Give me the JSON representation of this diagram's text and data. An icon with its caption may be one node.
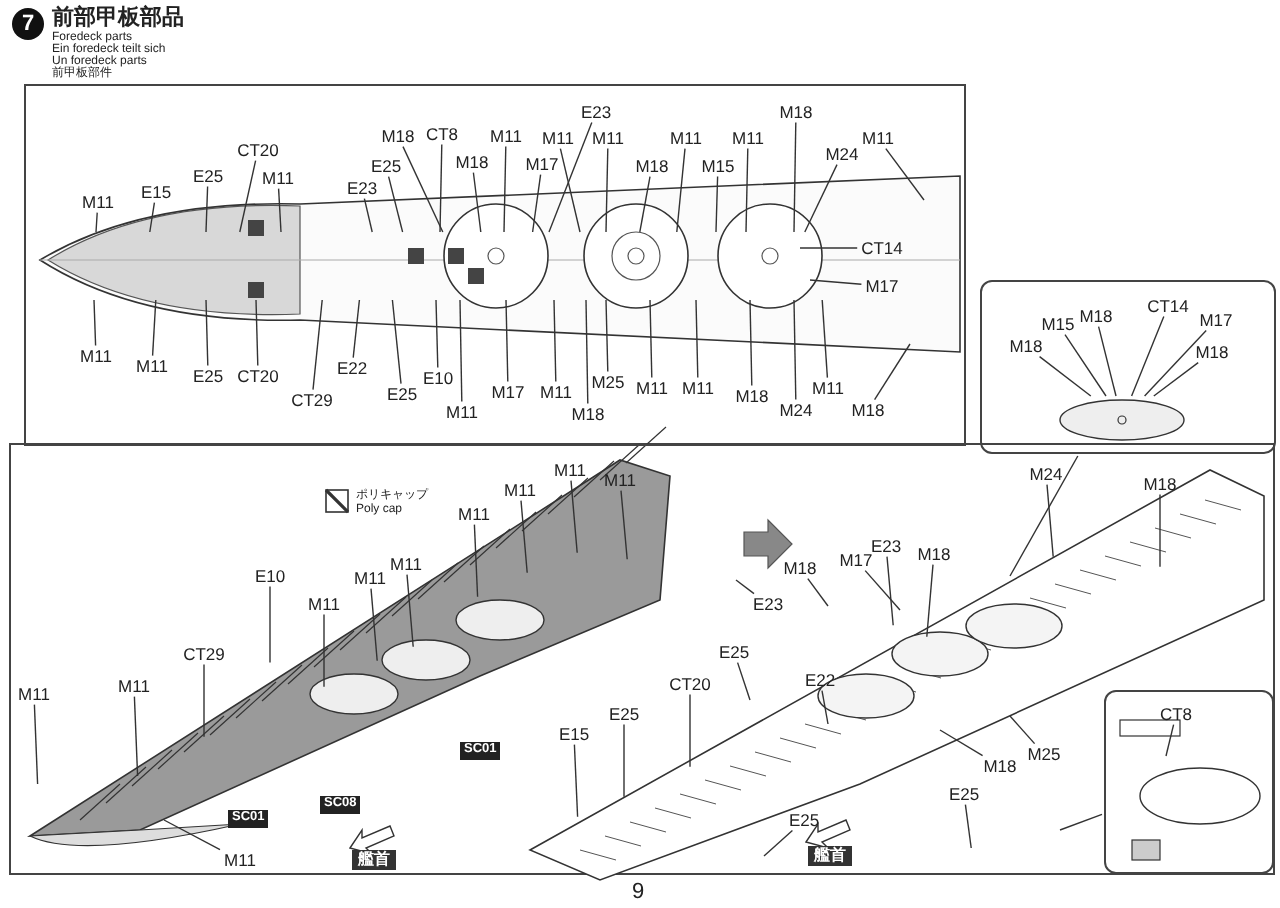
{
  "diagram": {
    "title": "前部甲板部品",
    "nodes": [
      {
        "text": [],
        "shape": "box"
      },
      {
        "text": [
          "E23"
        ],
        "in": 0
      },
      {
        "text": [
          "M18"
        ],
        "in": 0
      },
      {
        "text": [
          "CT8"
        ],
        "in": 0
      },
      {
        "text": [
          "M18"
        ],
        "in": 0
      },
      {
        "text": [
          "M11"
        ],
        "in": 0
      },
      {
        "text": [
          "M11"
        ],
        "in": 0
      },
      {
        "text": [
          "M11"
        ],
        "in": 0
      },
      {
        "text": [
          "M11"
        ],
        "in": 0
      },
      {
        "text": [
          "M11"
        ],
        "in": 0
      },
      {
        "text": [
          "M11"
        ],
        "in": 0
      },
      {
        "text": [
          "M24"
        ],
        "in": 0
      },
      {
        "text": [
          "CT20"
        ],
        "in": 0
      },
      {
        "text": [
          "M18"
        ],
        "in": 0
      },
      {
        "text": [
          "M17"
        ],
        "in": 0
      },
      {
        "text": [
          "M18"
        ],
        "in": 0
      },
      {
        "text": [
          "M15"
        ],
        "in": 0
      },
      {
        "text": [
          "E25"
        ],
        "in": 0
      },
      {
        "text": [
          "E25"
        ],
        "in": 0
      },
      {
        "text": [
          "M11"
        ],
        "in": 0
      },
      {
        "text": [
          "E23"
        ],
        "in": 0
      },
      {
        "text": [
          "E15"
        ],
        "in": 0
      },
      {
        "text": [
          "M11"
        ],
        "in": 0
      },
      {
        "text": [
          "CT14"
        ],
        "in": 0
      },
      {
        "text": [
          "M17"
        ],
        "in": 0
      },
      {
        "text": [
          "M11"
        ],
        "in": 0
      },
      {
        "text": [
          "M11"
        ],
        "in": 0
      },
      {
        "text": [
          "E22"
        ],
        "in": 0
      },
      {
        "text": [
          "E10"
        ],
        "in": 0
      },
      {
        "text": [
          "CT20"
        ],
        "in": 0
      },
      {
        "text": [
          "E25"
        ],
        "in": 0
      },
      {
        "text": [
          "M25"
        ],
        "in": 0
      },
      {
        "text": [
          "M11"
        ],
        "in": 0
      },
      {
        "text": [
          "M11"
        ],
        "in": 0
      },
      {
        "text": [
          "M11"
        ],
        "in": 0
      },
      {
        "text": [
          "M11"
        ],
        "in": 0
      },
      {
        "text": [
          "M17"
        ],
        "in": 0
      },
      {
        "text": [
          "E25"
        ],
        "in": 0
      },
      {
        "text": [
          "M18"
        ],
        "in": 0
      },
      {
        "text": [
          "CT29"
        ],
        "in": 0
      },
      {
        "text": [
          "M24"
        ],
        "in": 0
      },
      {
        "text": [
          "M18"
        ],
        "in": 0
      },
      {
        "text": [
          "M11"
        ],
        "in": 0
      },
      {
        "text": [
          "M18"
        ],
        "in": 0
      },
      {
        "text": [],
        "shape": "box"
      },
      {
        "text": [
          "CT14"
        ],
        "in": 44
      },
      {
        "text": [
          "M18"
        ],
        "in": 44
      },
      {
        "text": [
          "M17"
        ],
        "in": 44
      },
      {
        "text": [
          "M15"
        ],
        "in": 44
      },
      {
        "text": [
          "M18"
        ],
        "in": 44
      },
      {
        "text": [
          "M18"
        ],
        "in": 44
      },
      {
        "text": [],
        "shape": "box"
      },
      {
        "text": [
          "CT8"
        ],
        "in": 51
      },
      {
        "text": [
          "M11"
        ]
      },
      {
        "text": [
          "M24"
        ]
      },
      {
        "text": [
          "M11"
        ]
      },
      {
        "text": [
          "M18"
        ]
      },
      {
        "text": [
          "M11"
        ]
      },
      {
        "text": [
          "M11"
        ]
      },
      {
        "text": [
          "E23"
        ]
      },
      {
        "text": [
          "M18"
        ]
      },
      {
        "text": [
          "M17"
        ]
      },
      {
        "text": [
          "M11"
        ]
      },
      {
        "text": [
          "M11"
        ]
      },
      {
        "text": [
          "E10"
        ]
      },
      {
        "text": [
          "M18"
        ]
      },
      {
        "text": [
          "M11"
        ]
      },
      {
        "text": [
          "E23"
        ]
      },
      {
        "text": [
          "E22"
        ]
      },
      {
        "text": [
          "E25"
        ]
      },
      {
        "text": [
          "CT29"
        ]
      },
      {
        "text": [
          "CT20"
        ]
      },
      {
        "text": [
          "M11"
        ]
      },
      {
        "text": [
          "M11"
        ]
      },
      {
        "text": [
          "E25"
        ]
      },
      {
        "text": [
          "E15"
        ]
      },
      {
        "text": [
          "M25"
        ]
      },
      {
        "text": [
          "M18"
        ]
      },
      {
        "text": [
          "E25"
        ]
      },
      {
        "text": [
          "E25"
        ]
      },
      {
        "text": [
          "M11"
        ]
      },
      {
        "text": [],
        "shape": "picture",
        "in": 44
      }
    ],
    "edges": [
      {
        "from": 1,
        "to": null,
        "arrow": "none"
      },
      {
        "from": 2,
        "to": null,
        "arrow": "none"
      },
      {
        "from": 3,
        "to": null,
        "arrow": "none"
      },
      {
        "from": 4,
        "to": null,
        "arrow": "none"
      },
      {
        "from": 5,
        "to": null,
        "arrow": "none"
      },
      {
        "from": 6,
        "to": null,
        "arrow": "none"
      },
      {
        "from": 7,
        "to": null,
        "arrow": "none"
      },
      {
        "from": 8,
        "to": null,
        "arrow": "none"
      },
      {
        "from": 9,
        "to": null,
        "arrow": "none"
      },
      {
        "from": 10,
        "to": null,
        "arrow": "none"
      },
      {
        "from": 11,
        "to": null,
        "arrow": "none"
      },
      {
        "from": 12,
        "to": null,
        "arrow": "none"
      },
      {
        "from": 13,
        "to": null,
        "arrow": "none"
      },
      {
        "from": 14,
        "to": null,
        "arrow": "none"
      },
      {
        "from": 15,
        "to": null,
        "arrow": "none"
      },
      {
        "from": 16,
        "to": null,
        "arrow": "none"
      },
      {
        "from": 17,
        "to": null,
        "arrow": "none"
      },
      {
        "from": 18,
        "to": null,
        "arrow": "none"
      },
      {
        "from": 19,
        "to": null,
        "arrow": "none"
      },
      {
        "from": 20,
        "to": null,
        "arrow": "none"
      },
      {
        "from": 21,
        "to": null,
        "arrow": "none"
      },
      {
        "from": 22,
        "to": null,
        "arrow": "none"
      },
      {
        "from": 23,
        "to": null,
        "arrow": "none"
      },
      {
        "from": 24,
        "to": null,
        "arrow": "none"
      },
      {
        "from": 25,
        "to": null,
        "arrow": "none"
      },
      {
        "from": 26,
        "to": null,
        "arrow": "none"
      },
      {
        "from": 27,
        "to": null,
        "arrow": "none"
      },
      {
        "from": 28,
        "to": null,
        "arrow": "none"
      },
      {
        "from": 29,
        "to": null,
        "arrow": "none"
      },
      {
        "from": 30,
        "to": null,
        "arrow": "none"
      },
      {
        "from": 31,
        "to": null,
        "arrow": "none"
      },
      {
        "from": 32,
        "to": null,
        "arrow": "none"
      },
      {
        "from": 33,
        "to": null,
        "arrow": "none"
      },
      {
        "from": 34,
        "to": null,
        "arrow": "none"
      },
      {
        "from": 35,
        "to": null,
        "arrow": "none"
      },
      {
        "from": 36,
        "to": null,
        "arrow": "none"
      },
      {
        "from": 37,
        "to": null,
        "arrow": "none"
      },
      {
        "from": 38,
        "to": null,
        "arrow": "none"
      },
      {
        "from": 39,
        "to": null,
        "arrow": "none"
      },
      {
        "from": 40,
        "to": null,
        "arrow": "none"
      },
      {
        "from": 41,
        "to": null,
        "arrow": "none"
      },
      {
        "from": 42,
        "to": null,
        "arrow": "none"
      },
      {
        "from": 43,
        "to": null,
        "arrow": "none"
      },
      {
        "from": 44,
        "to": null,
        "arrow": "none"
      },
      {
        "from": 45,
        "to": 81,
        "arrow": "none"
      },
      {
        "from": 46,
        "to": 81,
        "arrow": "none"
      },
      {
        "from": 47,
        "to": 81,
        "arrow": "none"
      },
      {
        "from": 48,
        "to": 81,
        "arrow": "none"
      },
      {
        "from": 49,
        "to": 81,
        "arrow": "none"
      },
      {
        "from": 50,
        "to": 81,
        "arrow": "none"
      },
      {
        "from": 51,
        "to": null,
        "arrow": "none"
      },
      {
        "from": 52,
        "to": null,
        "arrow": "none"
      },
      {
        "from": 53,
        "to": null,
        "arrow": "none"
      },
      {
        "from": 54,
        "to": null,
        "arrow": "none"
      },
      {
        "from": 55,
        "to": null,
        "arrow": "none"
      },
      {
        "from": 56,
        "to": null,
        "arrow": "none"
      },
      {
        "from": 57,
        "to": null,
        "arrow": "none"
      },
      {
        "from": 58,
        "to": null,
        "arrow": "none"
      },
      {
        "from": 59,
        "to": null,
        "arrow": "none"
      },
      {
        "from": 60,
        "to": null,
        "arrow": "none"
      },
      {
        "from": 61,
        "to": null,
        "arrow": "none"
      },
      {
        "from": 62,
        "to": null,
        "arrow": "none"
      },
      {
        "from": 63,
        "to": null,
        "arrow": "none"
      },
      {
        "from": 64,
        "to": null,
        "arrow": "none"
      },
      {
        "from": 65,
        "to": null,
        "arrow": "none"
      },
      {
        "from": 66,
        "to": null,
        "arrow": "none"
      },
      {
        "from": 67,
        "to": null,
        "arrow": "none"
      },
      {
        "from": 68,
        "to": null,
        "arrow": "none"
      },
      {
        "from": 69,
        "to": null,
        "arrow": "none"
      },
      {
        "from": 70,
        "to": null,
        "arrow": "none"
      },
      {
        "from": 71,
        "to": null,
        "arrow": "none"
      },
      {
        "from": 72,
        "to": null,
        "arrow": "none"
      },
      {
        "from": 73,
        "to": null,
        "arrow": "none"
      },
      {
        "from": 74,
        "to": null,
        "arrow": "none"
      },
      {
        "from": 75,
        "to": null,
        "arrow": "none"
      },
      {
        "from": 76,
        "to": null,
        "arrow": "none"
      },
      {
        "from": 77,
        "to": null,
        "arrow": "none"
      },
      {
        "from": 78,
        "to": null,
        "arrow": "none"
      },
      {
        "from": 79,
        "to": null,
        "arrow": "none"
      },
      {
        "from": 80,
        "to": null,
        "arrow": "none"
      }
    ],
    "labels": [
      "7",
      "Foredeck parts",
      "Ein foredeck teilt sich",
      "Un foredeck parts",
      "前甲板部件",
      "ポリキャップ",
      "Poly cap",
      "SC01",
      "SC08",
      "SC01",
      "艦首",
      "艦首",
      "9"
    ]
  }
}
